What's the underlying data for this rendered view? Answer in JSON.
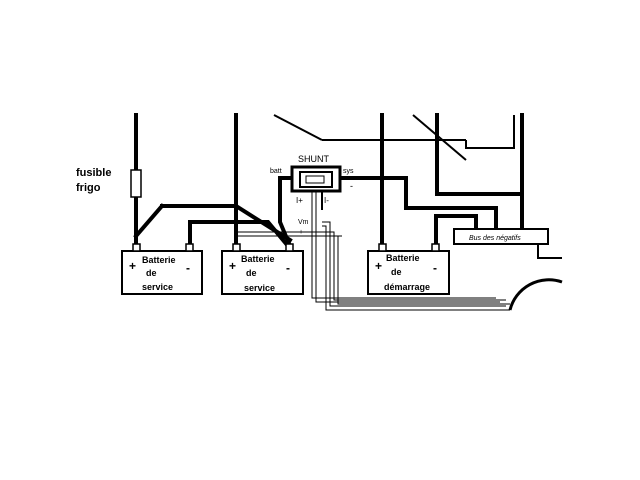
{
  "labels": {
    "fuse_line1": "fusible",
    "fuse_line2": "frigo",
    "shunt": "SHUNT",
    "batt": "batt",
    "sys": "sys",
    "minus_sys": "-",
    "i_plus": "I+",
    "i_minus": "I-",
    "vm": "Vm",
    "plus_wire": "+",
    "bus": "Bus des négatifs"
  },
  "batteries": [
    {
      "line1": "Batterie",
      "line2": "de",
      "line3": "service",
      "plus": "+",
      "minus": "-"
    },
    {
      "line1": "Batterie",
      "line2": "de",
      "line3": "service",
      "plus": "+",
      "minus": "-"
    },
    {
      "line1": "Batterie",
      "line2": "de",
      "line3": "démarrage",
      "plus": "+",
      "minus": "-"
    }
  ],
  "colors": {
    "ink": "#000000",
    "background": "#ffffff"
  }
}
